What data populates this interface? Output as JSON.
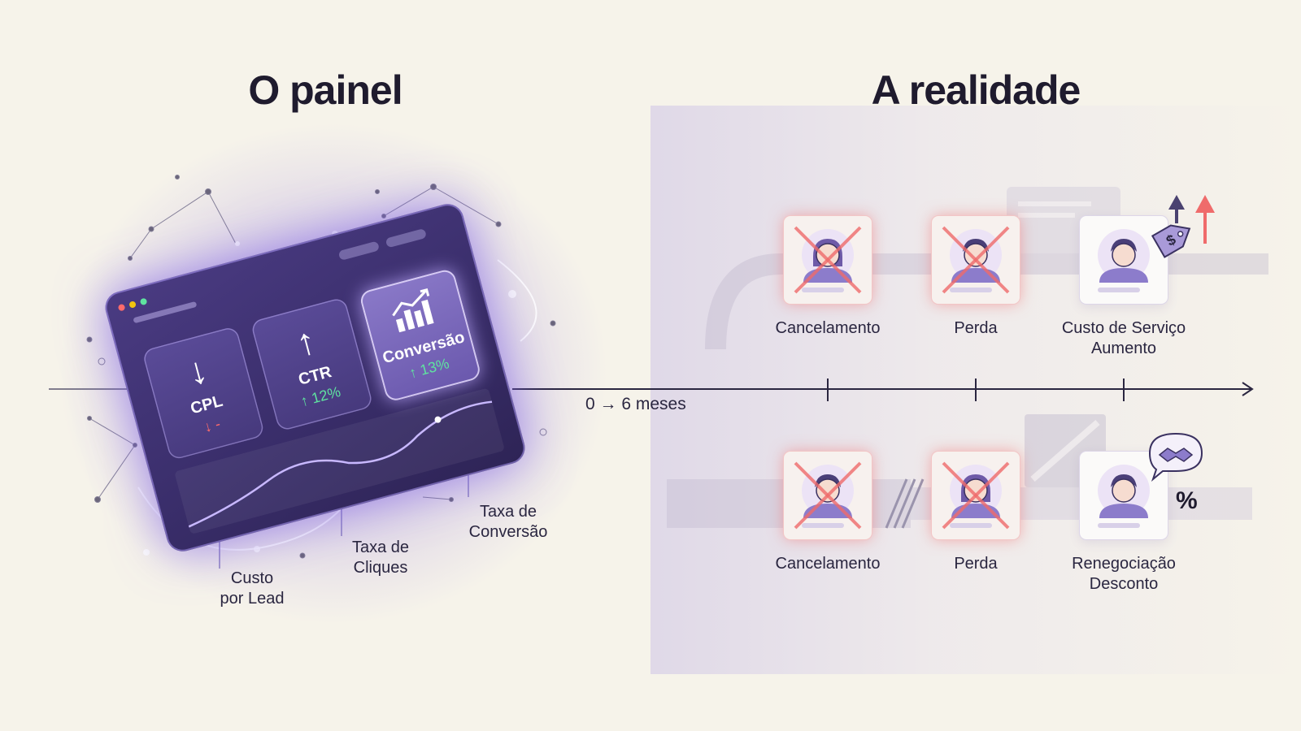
{
  "titles": {
    "left": "O painel",
    "right": "A realidade"
  },
  "dashboard": {
    "colors": {
      "accent": "#7b5fd6",
      "up": "#5fe3a0",
      "down": "#ff6b6b"
    },
    "metrics": [
      {
        "label": "CPL",
        "arrow": "↓",
        "delta": "↓ -",
        "delta_color": "down"
      },
      {
        "label": "CTR",
        "arrow": "↑",
        "delta": "↑ 12%",
        "delta_color": "up"
      },
      {
        "label": "Conversão",
        "arrow": "chart-up-icon",
        "delta": "↑ 13%",
        "delta_color": "up"
      }
    ]
  },
  "callouts": [
    {
      "line1": "Custo",
      "line2": "por Lead"
    },
    {
      "line1": "Taxa de",
      "line2": "Cliques"
    },
    {
      "line1": "Taxa de",
      "line2": "Conversão"
    }
  ],
  "timeline": {
    "label": "0 → 6 meses"
  },
  "top_events": [
    {
      "line1": "Cancelamento",
      "line2": "",
      "crossed": true,
      "person": "woman"
    },
    {
      "line1": "Perda",
      "line2": "",
      "crossed": true,
      "person": "man"
    },
    {
      "line1": "Custo de Serviço",
      "line2": "Aumento",
      "crossed": false,
      "person": "man",
      "icon": "price-tag-up-icon"
    }
  ],
  "bottom_events": [
    {
      "line1": "Cancelamento",
      "line2": "",
      "crossed": true,
      "person": "man"
    },
    {
      "line1": "Perda",
      "line2": "",
      "crossed": true,
      "person": "woman"
    },
    {
      "line1": "Renegociação",
      "line2": "Desconto",
      "crossed": false,
      "person": "man",
      "icon": "handshake-percent-icon",
      "symbol": "%"
    }
  ]
}
